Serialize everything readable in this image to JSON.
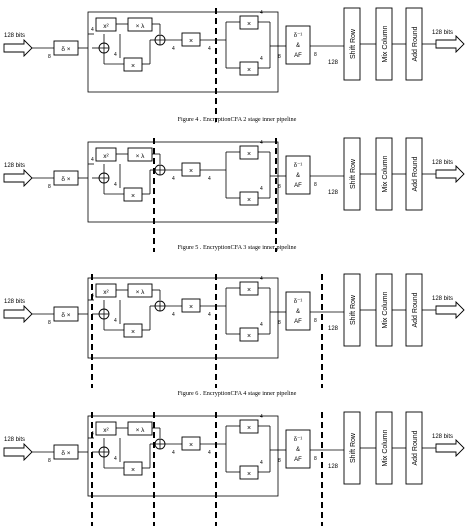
{
  "labels": {
    "input": "128 bits",
    "output": "128 bits",
    "delta_x": "δ ×",
    "square": "x²",
    "lambda": "× λ",
    "mult": "×",
    "inv_top": "δ⁻¹",
    "inv_mid": "&",
    "inv_bot": "AF",
    "shift_row": "Shift Row",
    "mix_column": "Mix Column",
    "add_round": "Add Round",
    "width_8": "8",
    "width_4": "4",
    "width_128": "128"
  },
  "captions": [
    "Figure 4 . EncryptionCFA 2 stage inner pipeline",
    "Figure 5 . EncryptionCFA 3 stage inner pipeline",
    "Figure 6 . EncryptionCFA 4 stage inner pipeline"
  ],
  "diagrams": [
    {
      "name": "diagram-2-stage",
      "dashes": [
        4
      ]
    },
    {
      "name": "diagram-3-stage",
      "dashes": [
        2,
        5
      ]
    },
    {
      "name": "diagram-4-stage",
      "dashes": [
        1,
        4,
        6
      ]
    },
    {
      "name": "diagram-5-stage",
      "dashes": [
        1,
        2,
        4,
        6
      ]
    }
  ]
}
